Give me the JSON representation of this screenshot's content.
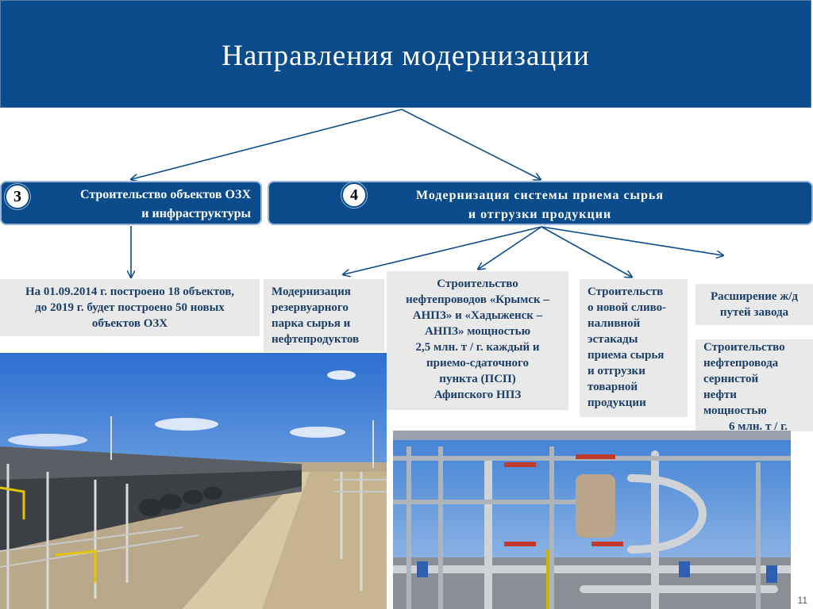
{
  "title": "Направления модернизации",
  "branches": {
    "left": {
      "number": "3",
      "label_line1": "Строительство объектов ОЗХ",
      "label_line2": "и инфраструктуры"
    },
    "right": {
      "number": "4",
      "label_line1": "Модернизация системы приема сырья",
      "label_line2": "и отгрузки продукции"
    }
  },
  "boxes": {
    "a": [
      "На 01.09.2014 г. построено 18 объектов,",
      "до 2019 г. будет построено 50 новых",
      "объектов ОЗХ"
    ],
    "b": [
      "Модернизация",
      "резервуарного",
      "парка сырья и",
      "нефтепродуктов"
    ],
    "c": [
      "Строительство",
      "нефтепроводов «Крымск –",
      "АНПЗ» и «Хадыженск –",
      "АНПЗ» мощностью",
      "2,5 млн. т / г. каждый и",
      "приемо-сдаточного",
      "пункта (ПСП)",
      "Афипского НПЗ"
    ],
    "d": [
      "Строительств",
      "о новой сливо-",
      "наливной",
      "эстакады",
      "приема сырья",
      "и отгрузки",
      "товарной",
      "продукции"
    ],
    "e": [
      "Расширение ж/д",
      "путей завода"
    ],
    "f": [
      "Строительство",
      "нефтепровода",
      "сернистой",
      "нефти",
      "мощностью",
      "6 млн. т / г."
    ]
  },
  "page_number": "11",
  "colors": {
    "primary": "#0a4b8c",
    "box_bg": "#e9e9e9",
    "box_text": "#1b3f66"
  }
}
